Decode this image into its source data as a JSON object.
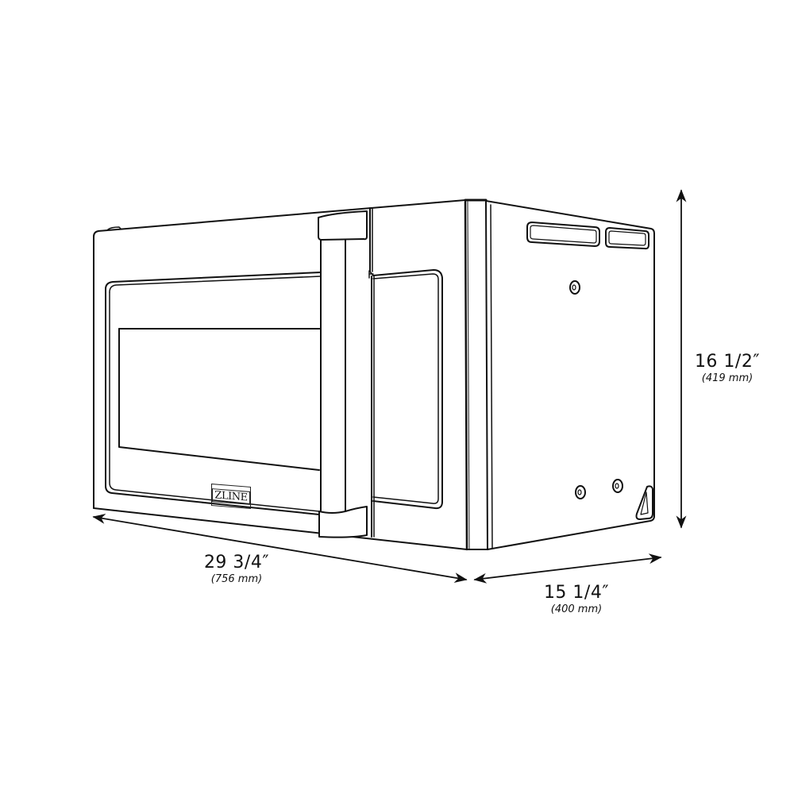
{
  "figure": {
    "subject": "Over-the-range microwave dimension drawing",
    "brand_badge": "ZLINE",
    "stroke_color": "#111111",
    "background_color": "#ffffff"
  },
  "dimensions": {
    "width": {
      "imperial": "29 3/4″",
      "metric": "(756 mm)"
    },
    "depth": {
      "imperial": "15 1/4″",
      "metric": "(400 mm)"
    },
    "height": {
      "imperial": "16 1/2″",
      "metric": "(419 mm)"
    }
  }
}
